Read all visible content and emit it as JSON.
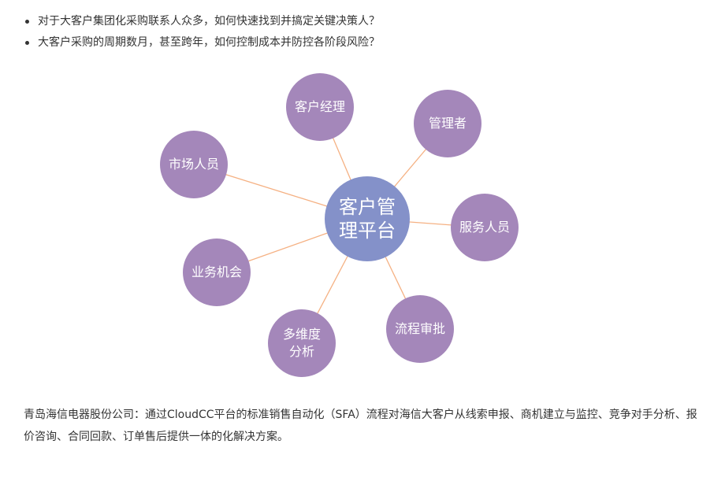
{
  "intro": {
    "bullets": [
      "对于大客户集团化采购联系人众多，如何快速找到并搞定关键决策人？",
      "大客户采购的周期数月，甚至跨年，如何控制成本并防控各阶段风险？"
    ]
  },
  "diagram": {
    "center": {
      "label": "客户管理平台",
      "color": "#8491c9"
    },
    "nodes": [
      {
        "label": "客户经理"
      },
      {
        "label": "管理者"
      },
      {
        "label": "服务人员"
      },
      {
        "label": "流程审批"
      },
      {
        "label": "多维度分析"
      },
      {
        "label": "业务机会"
      },
      {
        "label": "市场人员"
      }
    ],
    "node_color": "#a487ba",
    "connector_color": "#f5b183"
  },
  "footer": {
    "text": "青岛海信电器股份公司：通过CloudCC平台的标准销售自动化（SFA）流程对海信大客户从线索申报、商机建立与监控、竞争对手分析、报价咨询、合同回款、订单售后提供一体的化解决方案。"
  }
}
